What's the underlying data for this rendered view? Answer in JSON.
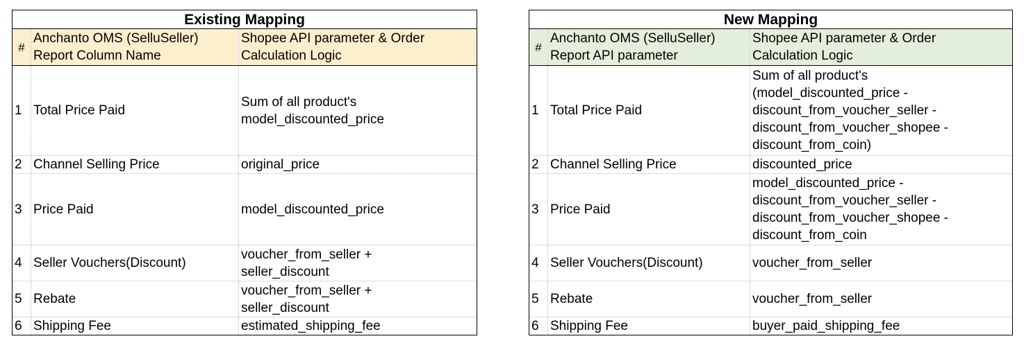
{
  "existing": {
    "title": "Existing Mapping",
    "headers": {
      "num": "#",
      "col1_line1": "Anchanto OMS (SelluSeller)",
      "col1_line2": "Report Column Name",
      "col2_line1": "Shopee API parameter & Order",
      "col2_line2": "Calculation Logic"
    },
    "rows": [
      {
        "num": "1",
        "name": "Total Price Paid",
        "logic": [
          "Sum of all product's",
          "model_discounted_price"
        ]
      },
      {
        "num": "2",
        "name": "Channel Selling Price",
        "logic": [
          "original_price"
        ]
      },
      {
        "num": "3",
        "name": "Price Paid",
        "logic": [
          "model_discounted_price"
        ]
      },
      {
        "num": "4",
        "name": "Seller Vouchers(Discount)",
        "logic": [
          "voucher_from_seller +",
          "seller_discount"
        ]
      },
      {
        "num": "5",
        "name": "Rebate",
        "logic": [
          "voucher_from_seller +",
          "seller_discount"
        ]
      },
      {
        "num": "6",
        "name": "Shipping Fee",
        "logic": [
          "estimated_shipping_fee"
        ]
      }
    ]
  },
  "new": {
    "title": "New Mapping",
    "headers": {
      "num": "#",
      "col1_line1": "Anchanto OMS (SelluSeller)",
      "col1_line2": "Report API parameter",
      "col2_line1": "Shopee API parameter & Order",
      "col2_line2": "Calculation Logic"
    },
    "rows": [
      {
        "num": "1",
        "name": "Total Price Paid",
        "logic": [
          "Sum of all product's",
          "(model_discounted_price -",
          "discount_from_voucher_seller -",
          "discount_from_voucher_shopee  -",
          "discount_from_coin)"
        ]
      },
      {
        "num": "2",
        "name": "Channel Selling Price",
        "logic": [
          "discounted_price"
        ]
      },
      {
        "num": "3",
        "name": "Price Paid",
        "logic": [
          "model_discounted_price -",
          "discount_from_voucher_seller -",
          "discount_from_voucher_shopee  -",
          "discount_from_coin"
        ]
      },
      {
        "num": "4",
        "name": "Seller Vouchers(Discount)",
        "logic": [
          "voucher_from_seller"
        ]
      },
      {
        "num": "5",
        "name": "Rebate",
        "logic": [
          "voucher_from_seller"
        ]
      },
      {
        "num": "6",
        "name": "Shipping Fee",
        "logic": [
          "buyer_paid_shipping_fee"
        ]
      }
    ]
  }
}
